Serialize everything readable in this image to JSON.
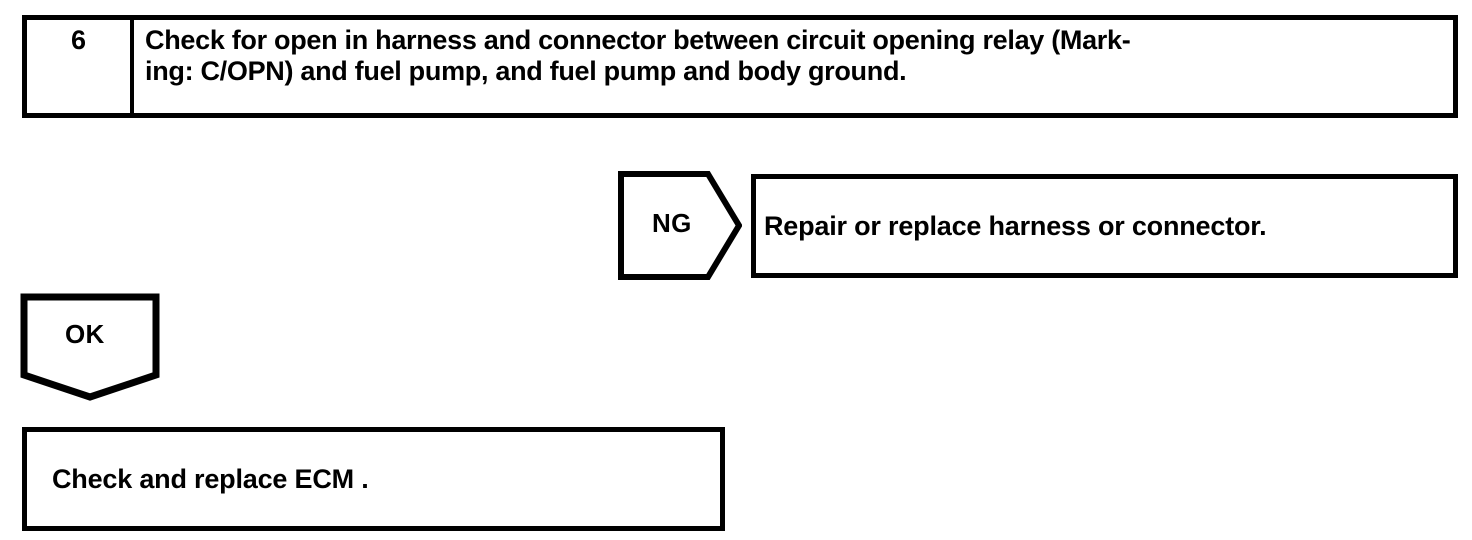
{
  "document": {
    "type": "troubleshooting-flowchart",
    "background_color": "#ffffff",
    "ink_color": "#000000"
  },
  "step": {
    "number": "6",
    "instruction": "Check for open in harness and connector between circuit opening relay (Mark-\ning: C/OPN) and fuel pump, and fuel pump and body ground."
  },
  "branches": {
    "ng": {
      "label": "NG",
      "direction": "right",
      "result_text": "Repair or replace harness or connector."
    },
    "ok": {
      "label": "OK",
      "direction": "down",
      "result_text": "Check and replace ECM ."
    }
  }
}
